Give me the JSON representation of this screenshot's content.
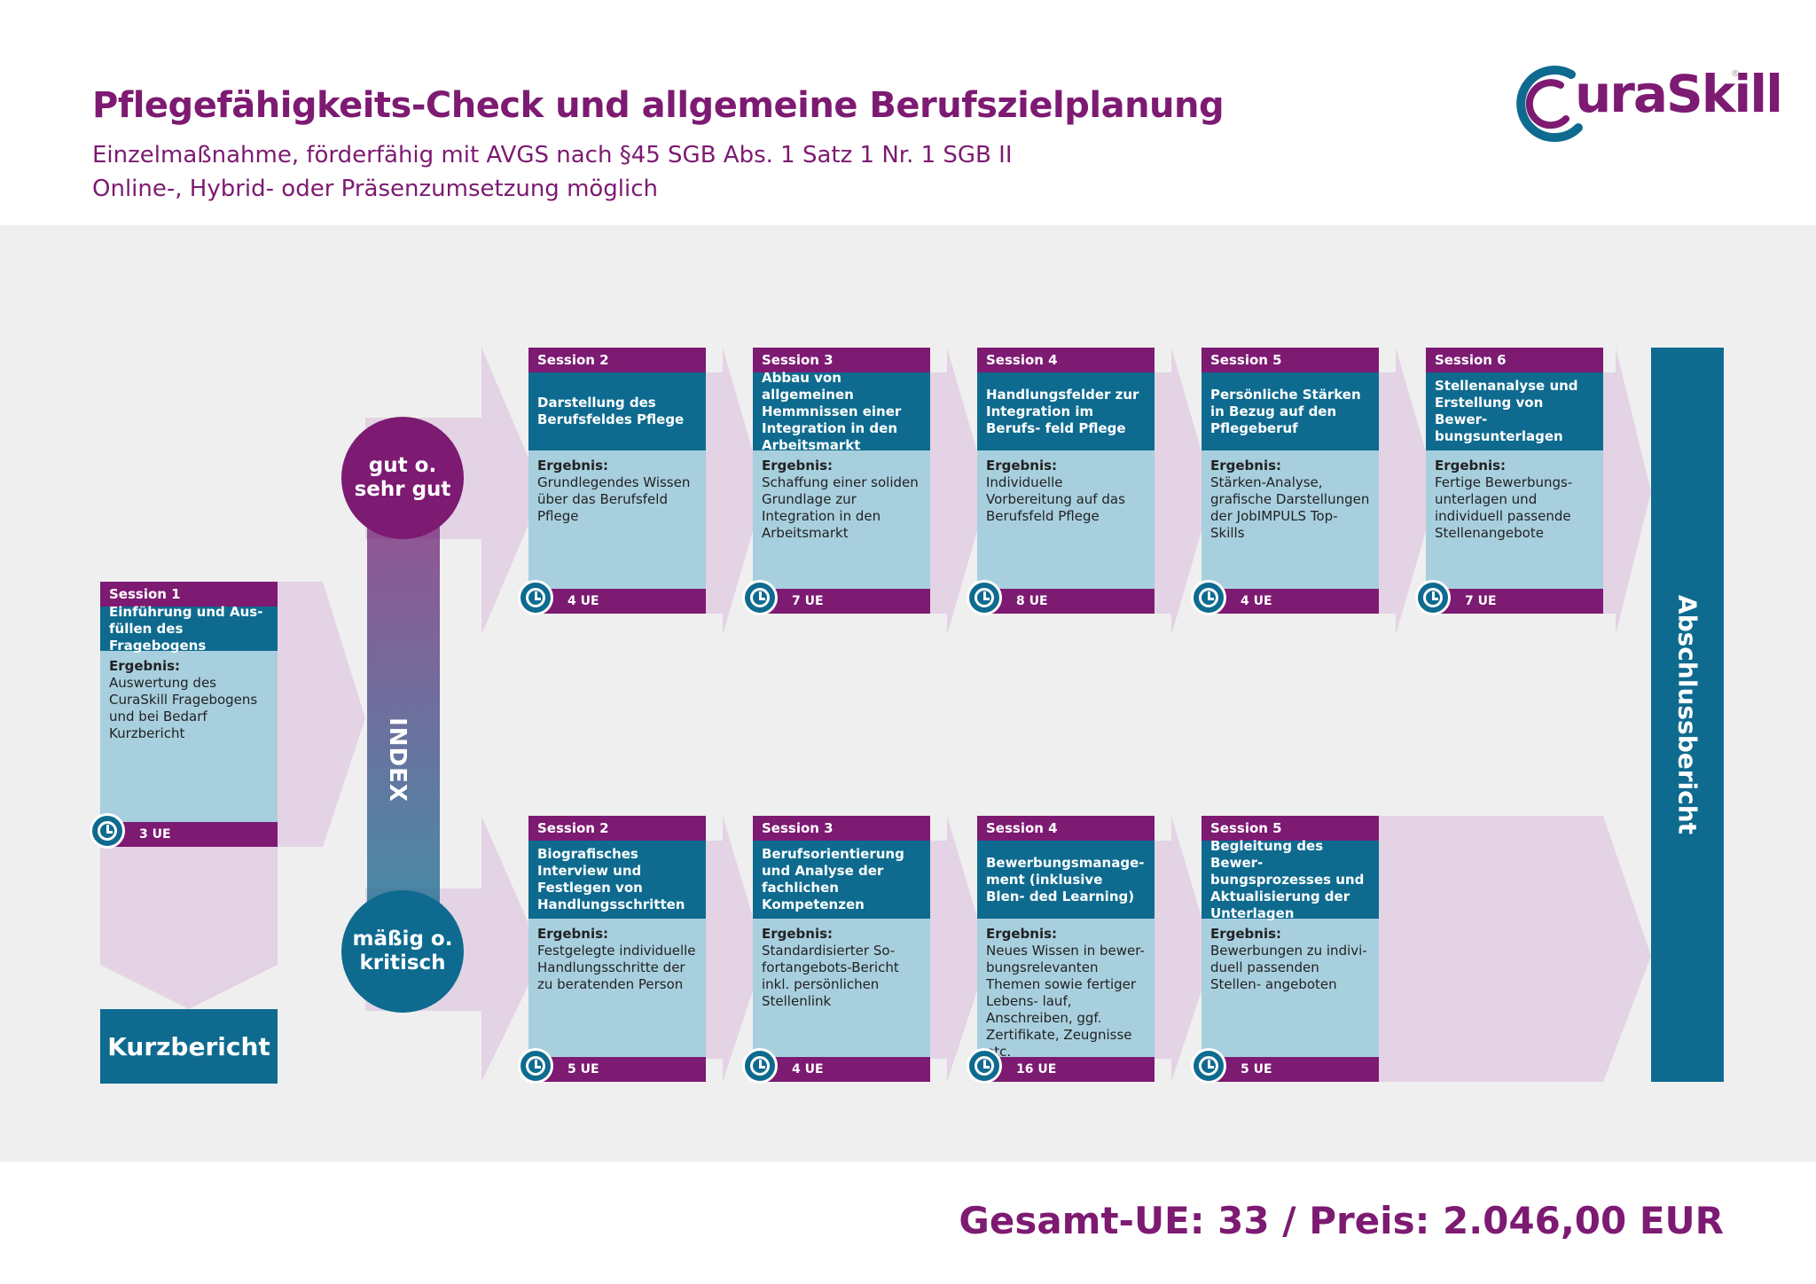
{
  "header": {
    "title": "Pflegefähigkeits-Check und allgemeine Berufszielplanung",
    "subtitle_line1": "Einzelmaßnahme, förderfähig mit AVGS nach §45 SGB Abs. 1 Satz 1 Nr. 1 SGB II",
    "subtitle_line2": "Online-, Hybrid- oder Präsenzumsetzung möglich",
    "logo_text": "uraSkill",
    "logo_reg": "®"
  },
  "colors": {
    "purple": "#7d1a72",
    "teal": "#0e6b8f",
    "light_blue": "#a8cfde",
    "arrow": "#e3d3e4",
    "panel": "#efefef"
  },
  "session1": {
    "session": "Session 1",
    "heading": "Einführung und Aus- füllen des Fragebogens",
    "result_label": "Ergebnis:",
    "result": "Auswertung des CuraSkill Fragebogens und bei Bedarf Kurzbericht",
    "ue": "3 UE"
  },
  "index_label": "INDEX",
  "branch_top_label": "gut o. sehr gut",
  "branch_bottom_label": "mäßig o. kritisch",
  "kurzbericht": "Kurzbericht",
  "abschlussbericht": "Abschlussbericht",
  "top_row": [
    {
      "session": "Session 2",
      "heading": "Darstellung des Berufsfeldes Pflege",
      "result_label": "Ergebnis:",
      "result": "Grundlegendes Wissen über das Berufsfeld Pflege",
      "ue": "4 UE"
    },
    {
      "session": "Session 3",
      "heading": "Abbau von allgemeinen Hemmnissen einer Integration in den Arbeitsmarkt",
      "result_label": "Ergebnis:",
      "result": "Schaffung einer soliden Grundlage zur Integration in den Arbeitsmarkt",
      "ue": "7 UE"
    },
    {
      "session": "Session 4",
      "heading": "Handlungsfelder zur Integration im Berufs- feld Pflege",
      "result_label": "Ergebnis:",
      "result": "Individuelle Vorbereitung auf das Berufsfeld Pflege",
      "ue": "8 UE"
    },
    {
      "session": "Session 5",
      "heading": "Persönliche Stärken in Bezug auf den Pflegeberuf",
      "result_label": "Ergebnis:",
      "result": "Stärken-Analyse, grafische Darstellungen der JobIMPULS Top-Skills",
      "ue": "4 UE"
    },
    {
      "session": "Session 6",
      "heading": "Stellenanalyse und Erstellung von Bewer- bungsunterlagen",
      "result_label": "Ergebnis:",
      "result": "Fertige Bewerbungs- unterlagen und individuell passende Stellenangebote",
      "ue": "7 UE"
    }
  ],
  "bottom_row": [
    {
      "session": "Session 2",
      "heading": "Biografisches Interview und Festlegen von Handlungsschritten",
      "result_label": "Ergebnis:",
      "result": "Festgelegte individuelle Handlungsschritte der zu beratenden Person",
      "ue": "5 UE"
    },
    {
      "session": "Session 3",
      "heading": "Berufsorientierung und Analyse der fachlichen Kompetenzen",
      "result_label": "Ergebnis:",
      "result": "Standardisierter So- fortangebots-Bericht inkl. persönlichen Stellenlink",
      "ue": "4 UE"
    },
    {
      "session": "Session 4",
      "heading": "Bewerbungsmanage- ment (inklusive Blen- ded Learning)",
      "result_label": "Ergebnis:",
      "result": "Neues Wissen in bewer- bungsrelevanten Themen sowie fertiger Lebens- lauf, Anschreiben, ggf. Zertifikate, Zeugnisse etc.",
      "ue": "16 UE"
    },
    {
      "session": "Session 5",
      "heading": "Begleitung des Bewer- bungsprozesses und Aktualisierung der Unterlagen",
      "result_label": "Ergebnis:",
      "result": "Bewerbungen zu indivi- duell passenden Stellen- angeboten",
      "ue": "5 UE"
    }
  ],
  "total": "Gesamt-UE: 33 / Preis: 2.046,00 EUR"
}
